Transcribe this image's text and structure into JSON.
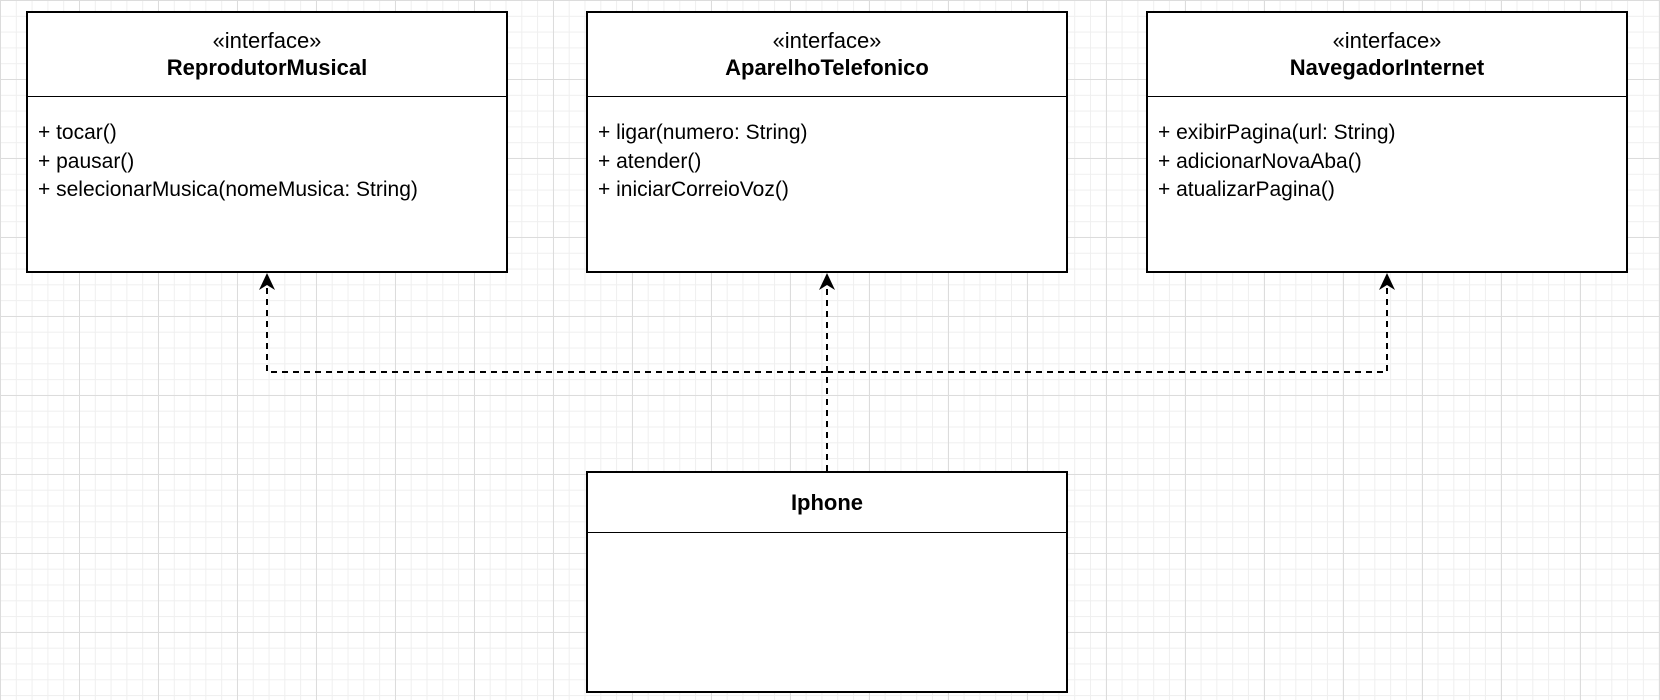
{
  "diagram": {
    "interfaces": [
      {
        "id": "reprodutor",
        "stereotype": "«interface»",
        "name": "ReprodutorMusical",
        "methods": [
          "+ tocar()",
          "+ pausar()",
          "+ selecionarMusica(nomeMusica: String)"
        ]
      },
      {
        "id": "aparelho",
        "stereotype": "«interface»",
        "name": "AparelhoTelefonico",
        "methods": [
          "+ ligar(numero: String)",
          "+ atender()",
          "+ iniciarCorreioVoz()"
        ]
      },
      {
        "id": "navegador",
        "stereotype": "«interface»",
        "name": "NavegadorInternet",
        "methods": [
          "+ exibirPagina(url: String)",
          "+ adicionarNovaAba()",
          "+ atualizarPagina()"
        ]
      }
    ],
    "class": {
      "id": "iphone",
      "name": "Iphone"
    },
    "relations": [
      {
        "from": "Iphone",
        "to": "ReprodutorMusical",
        "type": "realization"
      },
      {
        "from": "Iphone",
        "to": "AparelhoTelefonico",
        "type": "realization"
      },
      {
        "from": "Iphone",
        "to": "NavegadorInternet",
        "type": "realization"
      }
    ]
  },
  "colors": {
    "stroke": "#000000",
    "box_fill": "#ffffff",
    "grid_major": "#dcdcdc",
    "grid_minor": "#efefef"
  }
}
